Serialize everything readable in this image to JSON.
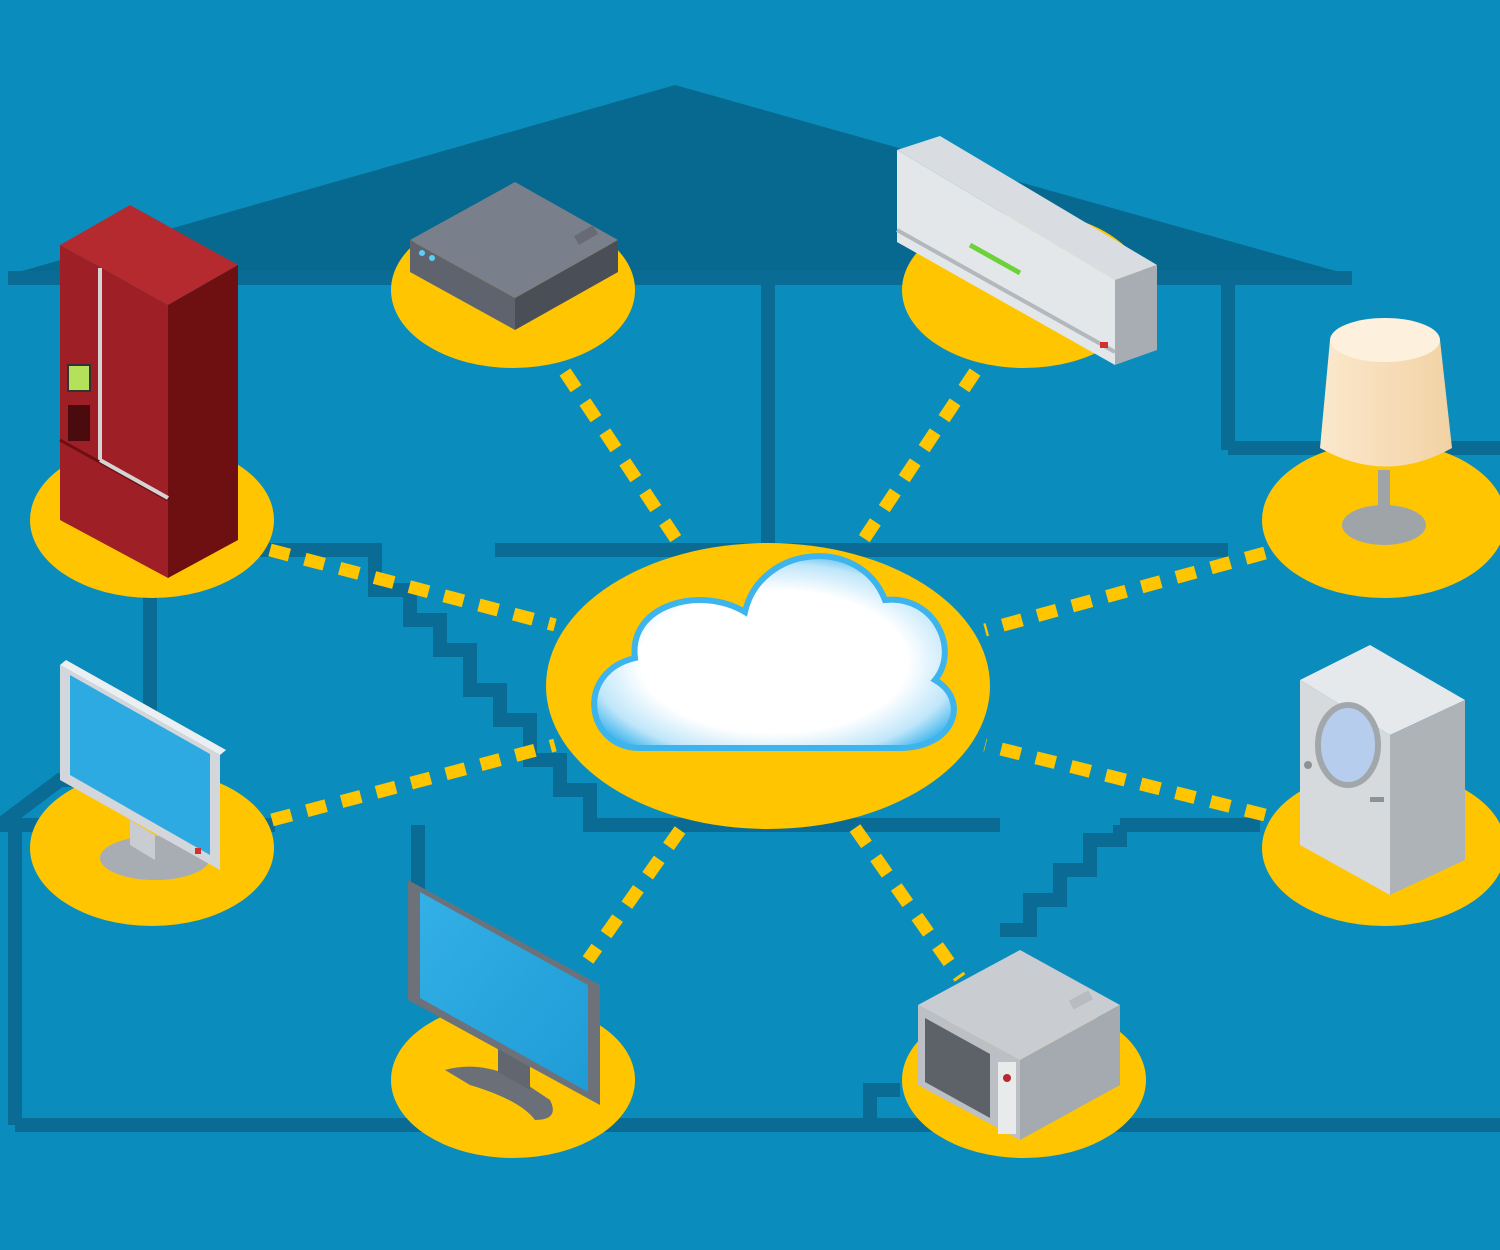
{
  "colors": {
    "background": "#0a8dbd",
    "house_lines": "#0a6b94",
    "roof": "#07698f",
    "platform": "#ffc500",
    "link": "#ffc500",
    "cloud_glow": "#3db4ec",
    "screen": "#2eaae2"
  },
  "diagram": {
    "hub": {
      "name": "cloud",
      "icon": "cloud-icon"
    },
    "devices": [
      {
        "name": "refrigerator",
        "icon": "refrigerator-icon"
      },
      {
        "name": "set-top-box",
        "icon": "set-top-box-icon"
      },
      {
        "name": "air-conditioner",
        "icon": "air-conditioner-icon"
      },
      {
        "name": "lamp",
        "icon": "lamp-icon"
      },
      {
        "name": "monitor",
        "icon": "monitor-icon"
      },
      {
        "name": "washing-machine",
        "icon": "washing-machine-icon"
      },
      {
        "name": "tv",
        "icon": "tv-icon"
      },
      {
        "name": "microwave",
        "icon": "microwave-icon"
      }
    ],
    "connections": 8
  }
}
